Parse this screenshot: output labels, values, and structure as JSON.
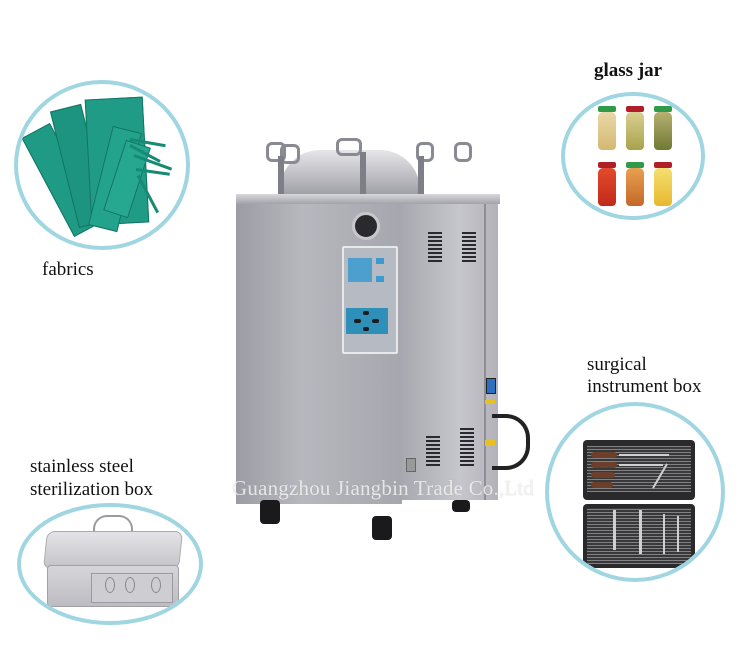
{
  "watermark": "Guangzhou Jiangbin Trade Co.,Ltd",
  "main_product": {
    "name": "vertical-autoclave-sterilizer",
    "control_panel_buttons": 4
  },
  "items": [
    {
      "id": "fabrics",
      "label": "fabrics",
      "bold": false
    },
    {
      "id": "glass-jar",
      "label": "glass jar",
      "bold": true
    },
    {
      "id": "surgical-box",
      "label_line1": "surgical",
      "label_line2": "instrument box",
      "bold": false
    },
    {
      "id": "steel-box",
      "label_line1": "stainless steel",
      "label_line2": "sterilization box",
      "bold": false
    }
  ],
  "colors": {
    "ring": "#9fd6e2",
    "fabric": "#1f9a84",
    "steel": "#b0b0b8",
    "panel": "#2e8fb8"
  }
}
